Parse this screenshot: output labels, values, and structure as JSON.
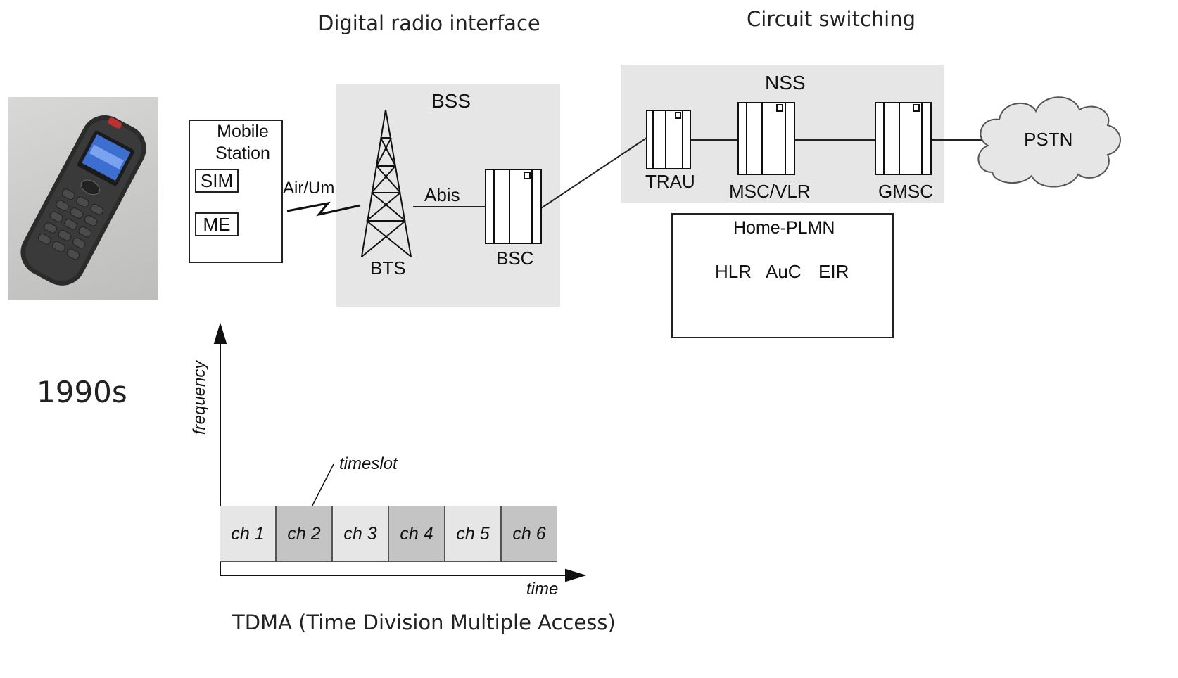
{
  "headings": {
    "digital_radio": "Digital radio interface",
    "circuit_switching": "Circuit switching"
  },
  "era_label": "1990s",
  "tdma_caption": "TDMA (Time Division Multiple Access)",
  "mobile_station": {
    "title": "Mobile Station",
    "sim": "SIM",
    "me": "ME"
  },
  "links": {
    "air": "Air/Um",
    "abis": "Abis"
  },
  "bss": {
    "title": "BSS",
    "bts": "BTS",
    "bsc": "BSC"
  },
  "nss": {
    "title": "NSS",
    "trau": "TRAU",
    "msc": "MSC/VLR",
    "gmsc": "GMSC"
  },
  "pstn": "PSTN",
  "home_plmn": {
    "title": "Home-PLMN",
    "hlr": "HLR",
    "auc": "AuC",
    "eir": "EIR"
  },
  "tdma_chart": {
    "y_axis": "frequency",
    "x_axis": "time",
    "annotation": "timeslot",
    "channels": [
      "ch 1",
      "ch 2",
      "ch 3",
      "ch 4",
      "ch 5",
      "ch 6"
    ],
    "shading": [
      "light",
      "dark",
      "light",
      "dark",
      "light",
      "dark"
    ]
  },
  "colors": {
    "region_fill": "#e6e6e6",
    "slot_light": "#e6e6e6",
    "slot_dark": "#c4c4c4"
  },
  "icons": [
    "mobile-phone-photo",
    "radio-tower-icon",
    "lightning-link-icon",
    "cabinet-icon",
    "cloud-icon",
    "server-icon"
  ]
}
